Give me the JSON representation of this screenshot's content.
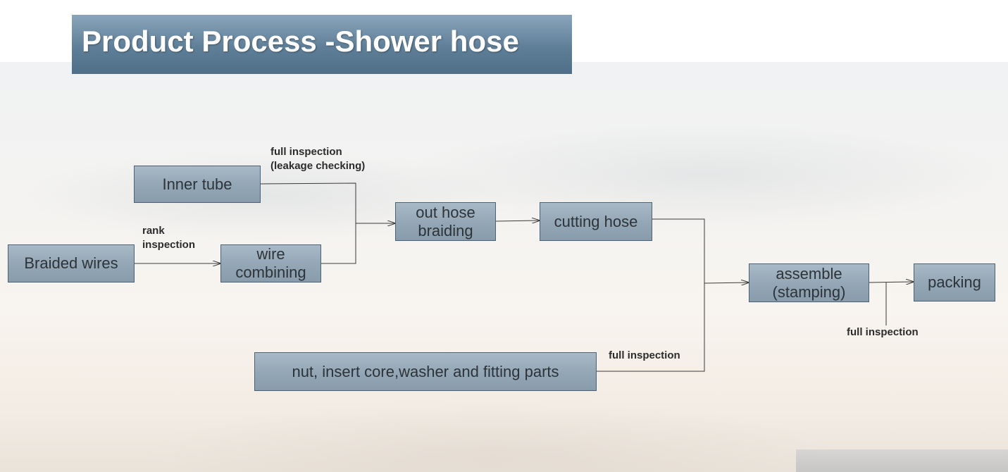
{
  "title": "Product Process -Shower hose",
  "nodes": {
    "inner_tube": "Inner tube",
    "braided_wires": "Braided wires",
    "wire_combining": "wire\ncombining",
    "out_hose_braiding": "out hose\nbraiding",
    "cutting_hose": "cutting hose",
    "assemble": "assemble\n(stamping)",
    "packing": "packing",
    "fitting_parts": "nut, insert core,washer and fitting parts"
  },
  "labels": {
    "full_inspection_leakage": "full inspection\n(leakage checking)",
    "rank_inspection": "rank\ninspection",
    "full_inspection_fitting": "full inspection",
    "full_inspection_packing": "full inspection"
  }
}
